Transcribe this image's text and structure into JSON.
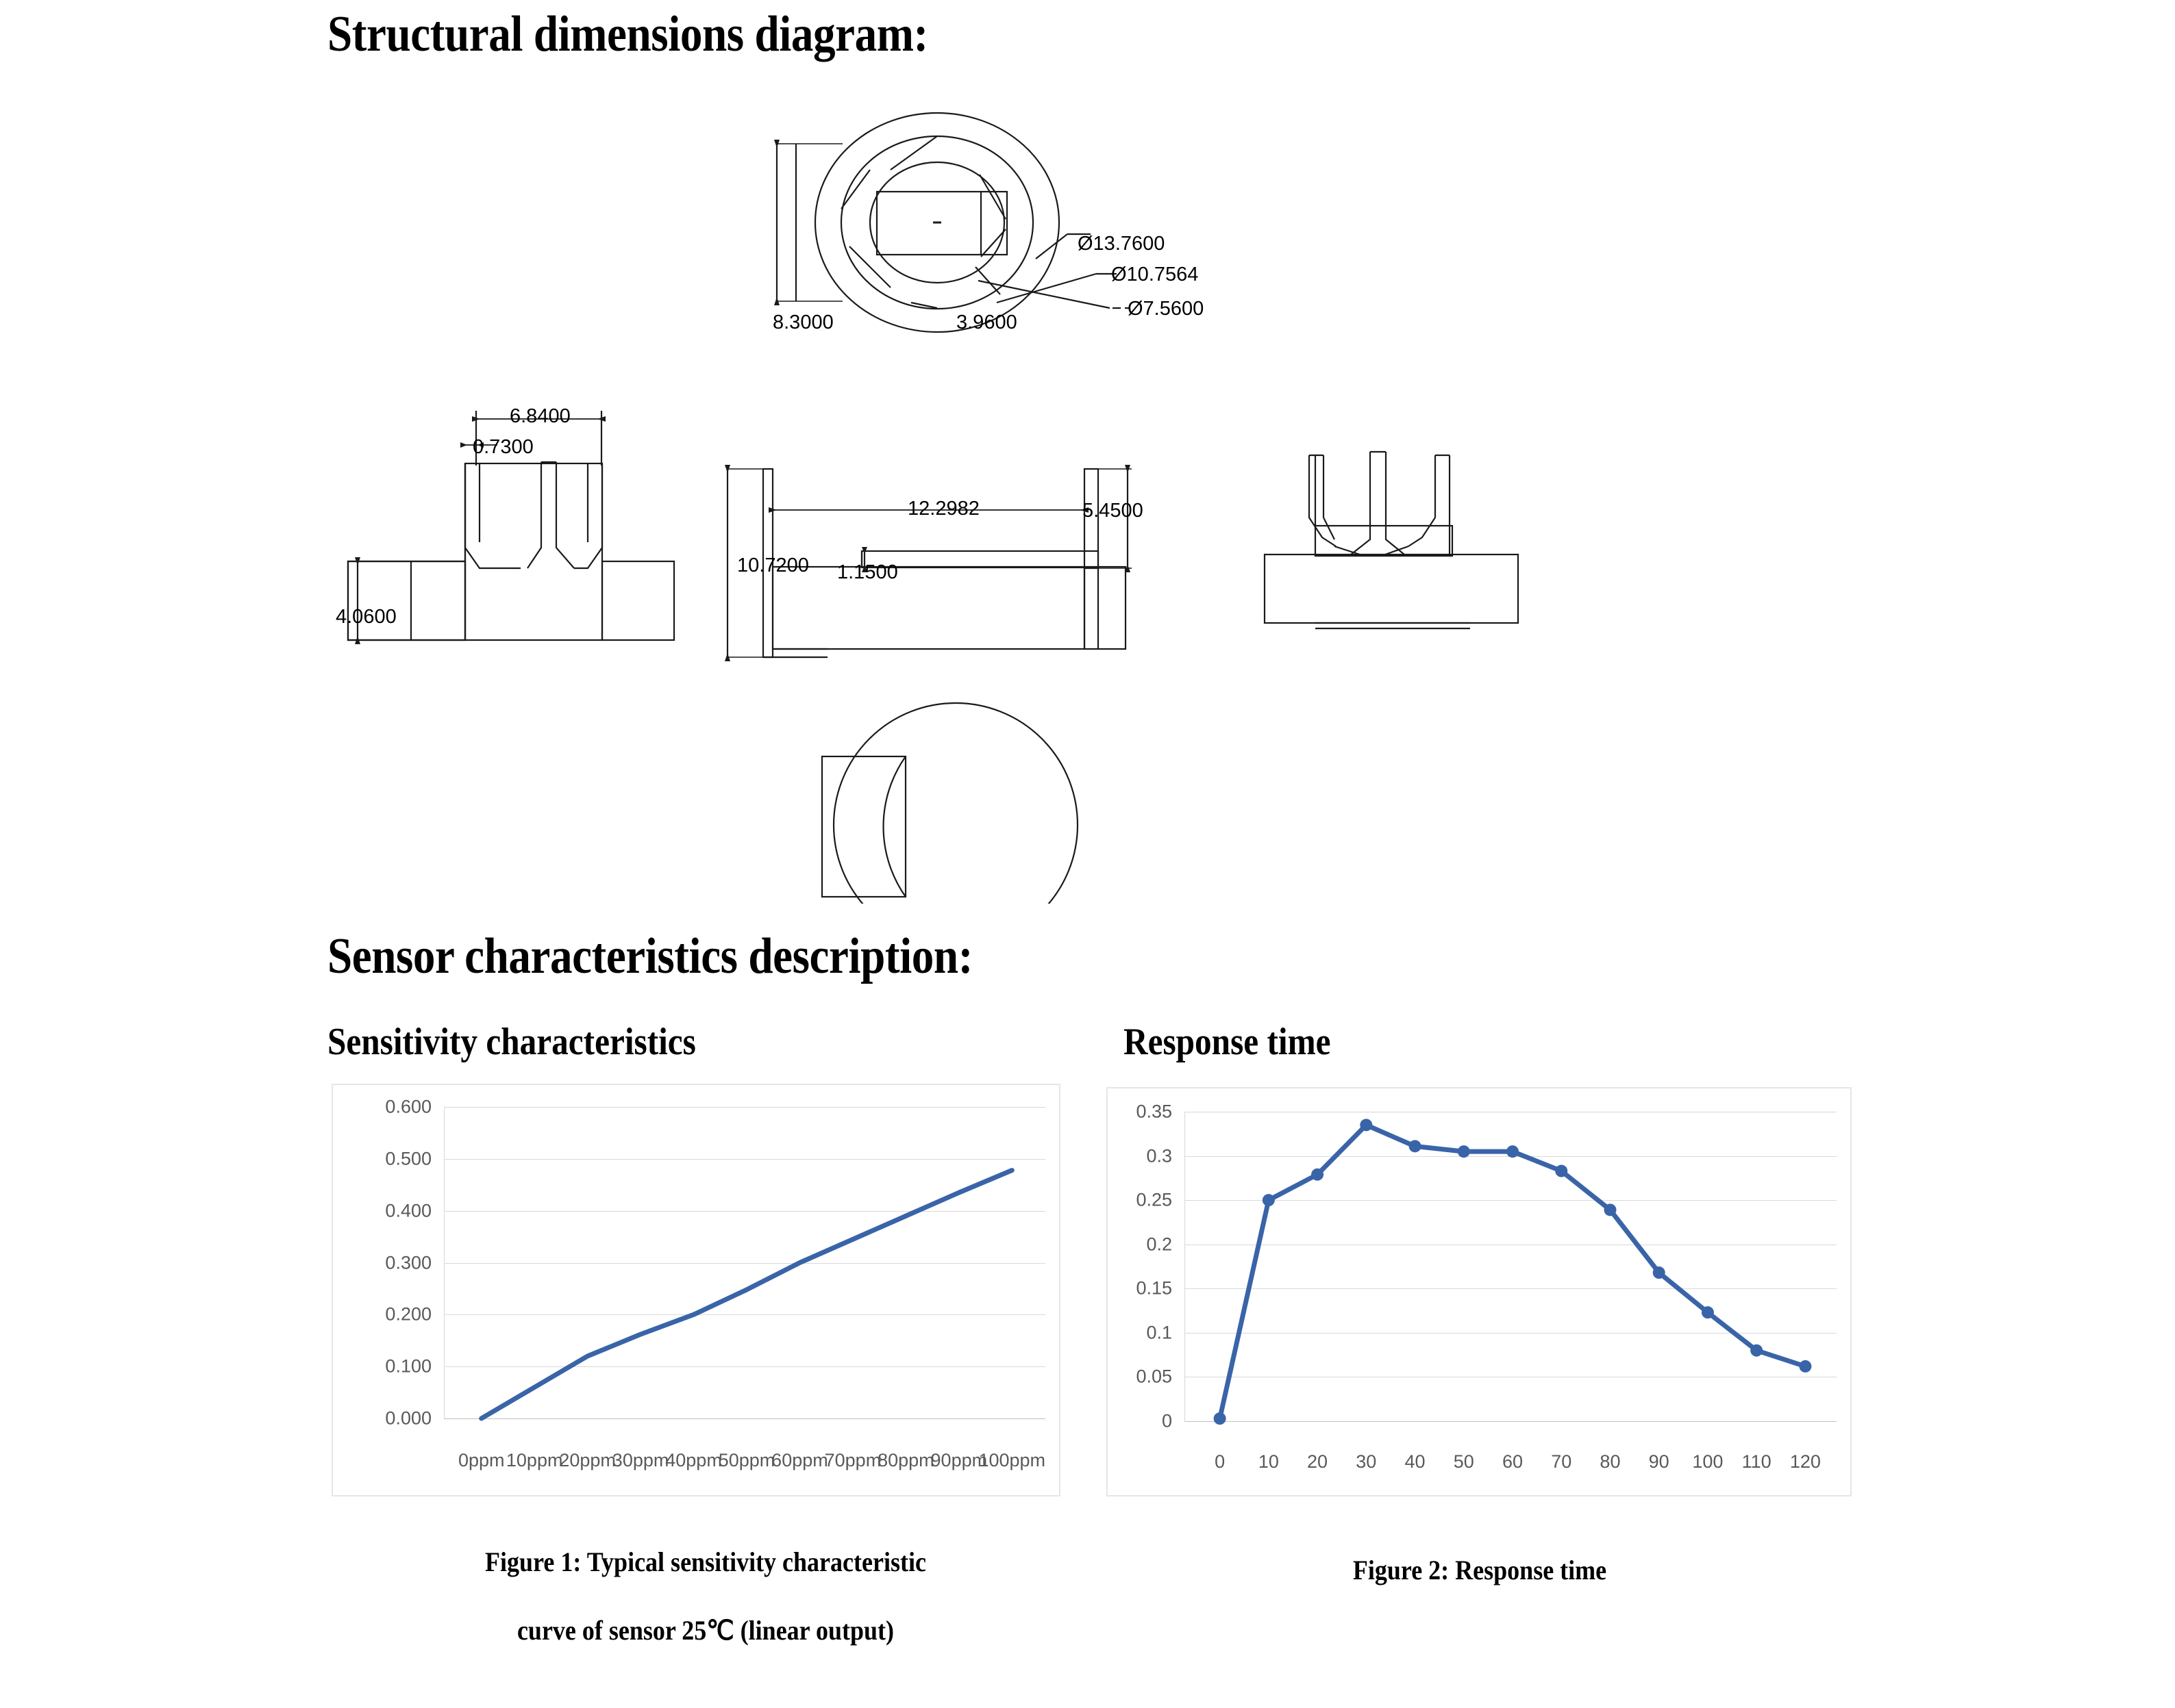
{
  "document": {
    "title_structural": "Structural dimensions diagram:",
    "title_sensor": "Sensor characteristics description:",
    "subtitle_sensitivity": "Sensitivity characteristics",
    "subtitle_response": "Response time",
    "caption_fig1_line1": "Figure 1: Typical sensitivity characteristic",
    "caption_fig1_line2": "curve of sensor 25℃  (linear output)",
    "caption_fig2": "Figure 2: Response time"
  },
  "drawing": {
    "views": [
      {
        "name": "top-circular-view",
        "labels": [
          "Ø13.7600",
          "Ø10.7564",
          "Ø7.5600",
          "8.3000",
          "3.9600"
        ]
      },
      {
        "name": "front-elevation-view",
        "labels": [
          "6.8400",
          "0.7300",
          "4.0600"
        ]
      },
      {
        "name": "side-section-view",
        "labels": [
          "12.2982",
          "5.4500",
          "10.7200",
          "1.1500"
        ]
      },
      {
        "name": "rear-elevation-view",
        "labels": []
      },
      {
        "name": "bottom-plan-view",
        "labels": []
      }
    ],
    "dimensions": {
      "dia_outer": "Ø13.7600",
      "dia_middle": "Ø10.7564",
      "dia_inner": "Ø7.5600",
      "height_8_3": "8.3000",
      "width_3_96": "3.9600",
      "width_6_84": "6.8400",
      "gap_0_73": "0.7300",
      "height_4_06": "4.0600",
      "length_12_2982": "12.2982",
      "height_5_45": "5.4500",
      "height_10_72": "10.7200",
      "height_1_15": "1.1500"
    }
  },
  "chart_data": [
    {
      "type": "line",
      "name": "sensitivity-characteristics",
      "title": "Sensitivity characteristics",
      "categories": [
        "0ppm",
        "10ppm",
        "20ppm",
        "30ppm",
        "40ppm",
        "50ppm",
        "60ppm",
        "70ppm",
        "80ppm",
        "90ppm",
        "100ppm"
      ],
      "values": [
        0.0,
        0.06,
        0.12,
        0.162,
        0.2,
        0.248,
        0.3,
        0.345,
        0.39,
        0.435,
        0.478
      ],
      "yticks": [
        "0.000",
        "0.100",
        "0.200",
        "0.300",
        "0.400",
        "0.500",
        "0.600"
      ],
      "ytick_values": [
        0.0,
        0.1,
        0.2,
        0.3,
        0.4,
        0.5,
        0.6
      ],
      "ylim": [
        0.0,
        0.6
      ],
      "xlabel": "",
      "ylabel": "",
      "grid": true,
      "markers": false,
      "legend": "none",
      "line_color": "#3a64a8"
    },
    {
      "type": "line",
      "name": "response-time",
      "title": "Response time",
      "categories": [
        "0",
        "10",
        "20",
        "30",
        "40",
        "50",
        "60",
        "70",
        "80",
        "90",
        "100",
        "110",
        "120"
      ],
      "values": [
        0.003,
        0.25,
        0.279,
        0.335,
        0.311,
        0.305,
        0.305,
        0.283,
        0.239,
        0.168,
        0.123,
        0.08,
        0.062
      ],
      "yticks": [
        "0",
        "0.05",
        "0.1",
        "0.15",
        "0.2",
        "0.25",
        "0.3",
        "0.35"
      ],
      "ytick_values": [
        0,
        0.05,
        0.1,
        0.15,
        0.2,
        0.25,
        0.3,
        0.35
      ],
      "ylim": [
        0.0,
        0.35
      ],
      "xlabel": "",
      "ylabel": "",
      "grid": true,
      "markers": true,
      "legend": "none",
      "line_color": "#3a64a8"
    }
  ]
}
